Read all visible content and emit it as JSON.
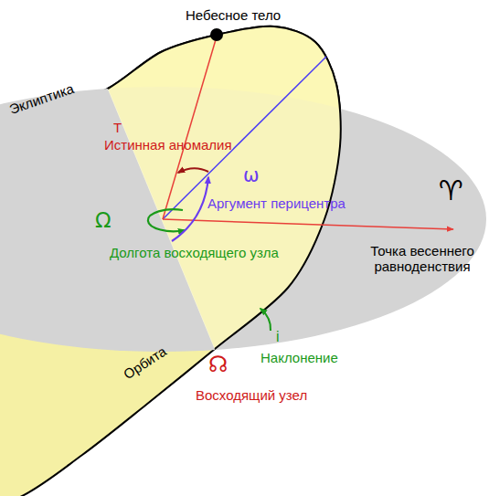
{
  "diagram": {
    "labels": [
      "Небесное тело",
      "Эклиптика",
      "T",
      "Истинная аномалия",
      "ω",
      "Аргумент перицентра",
      "Ω",
      "Долгота восходящего узла",
      "♈",
      "Точка весеннего равноденствия",
      "Орбита",
      "☊",
      "Восходящий узел",
      "i",
      "Наклонение"
    ]
  }
}
